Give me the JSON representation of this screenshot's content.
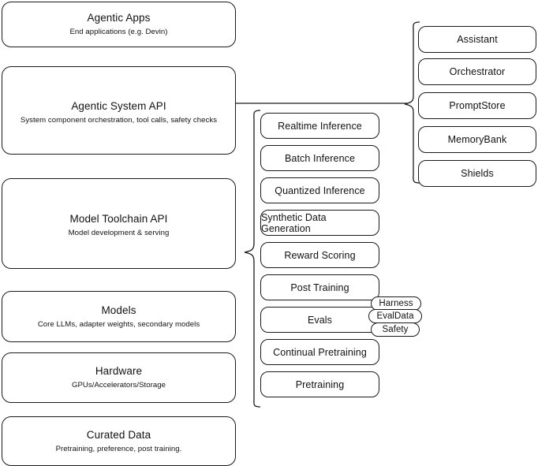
{
  "diagram": {
    "title": "AI Stack Architecture Diagram",
    "stroke_color": "#1a1a1a",
    "background_color": "#ffffff",
    "layers": [
      {
        "name": "agentic-apps",
        "title": "Agentic Apps",
        "subtitle": "End applications (e.g. Devin)"
      },
      {
        "name": "agentic-system-api",
        "title": "Agentic System API",
        "subtitle": "System component orchestration, tool calls, safety checks"
      },
      {
        "name": "model-toolchain-api",
        "title": "Model Toolchain API",
        "subtitle": "Model development & serving"
      },
      {
        "name": "models",
        "title": "Models",
        "subtitle": "Core LLMs, adapter weights, secondary models"
      },
      {
        "name": "hardware",
        "title": "Hardware",
        "subtitle": "GPUs/Accelerators/Storage"
      },
      {
        "name": "curated-data",
        "title": "Curated Data",
        "subtitle": "Pretraining, preference, post training."
      }
    ],
    "toolchain_components": [
      "Realtime Inference",
      "Batch Inference",
      "Quantized Inference",
      "Synthetic Data Generation",
      "Reward Scoring",
      "Post Training",
      "Evals",
      "Continual Pretraining",
      "Pretraining"
    ],
    "system_components": [
      "Assistant",
      "Orchestrator",
      "PromptStore",
      "MemoryBank",
      "Shields"
    ],
    "eval_subcomponents": [
      "Harness",
      "EvalData",
      "Safety"
    ]
  }
}
